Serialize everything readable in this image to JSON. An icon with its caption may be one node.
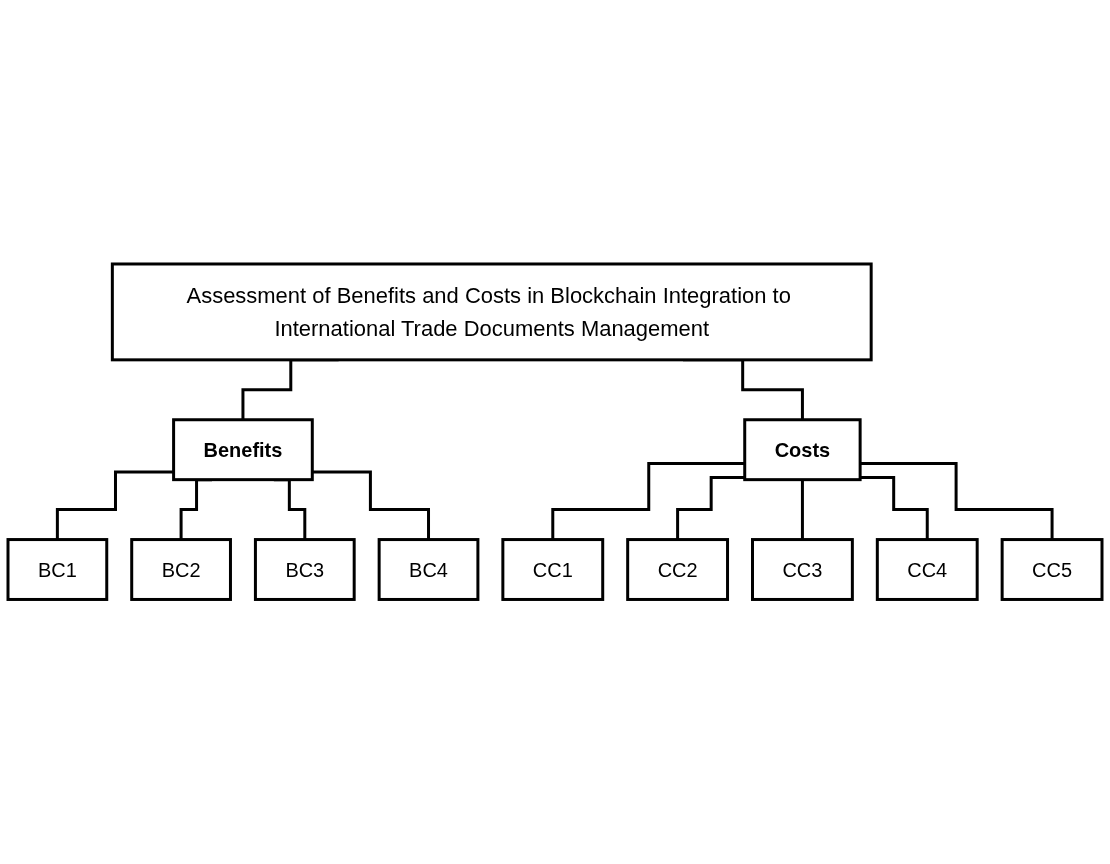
{
  "diagram": {
    "nodes": [
      {
        "text": [
          "Assessment of Benefits and Costs in Blockchain Integration to International Trade Documents Management"
        ]
      },
      {
        "text": [
          "Benefits"
        ]
      },
      {
        "text": [
          "Costs"
        ]
      },
      {
        "text": [
          "BC1"
        ]
      },
      {
        "text": [
          "BC2"
        ]
      },
      {
        "text": [
          "BC3"
        ]
      },
      {
        "text": [
          "BC4"
        ]
      },
      {
        "text": [
          "CC1"
        ]
      },
      {
        "text": [
          "CC2"
        ]
      },
      {
        "text": [
          "CC3"
        ]
      },
      {
        "text": [
          "CC4"
        ]
      },
      {
        "text": [
          "CC5"
        ]
      }
    ],
    "edges": [
      {
        "from": 0,
        "to": 1,
        "arrow": "none"
      },
      {
        "from": 0,
        "to": 2,
        "arrow": "none"
      },
      {
        "from": 1,
        "to": 3,
        "arrow": "none"
      },
      {
        "from": 1,
        "to": 4,
        "arrow": "none"
      },
      {
        "from": 1,
        "to": 5,
        "arrow": "none"
      },
      {
        "from": 1,
        "to": 6,
        "arrow": "none"
      },
      {
        "from": 2,
        "to": 7,
        "arrow": "none"
      },
      {
        "from": 2,
        "to": 8,
        "arrow": "none"
      },
      {
        "from": 2,
        "to": 9,
        "arrow": "none"
      },
      {
        "from": 2,
        "to": 10,
        "arrow": "none"
      },
      {
        "from": 2,
        "to": 11,
        "arrow": "none"
      }
    ]
  }
}
